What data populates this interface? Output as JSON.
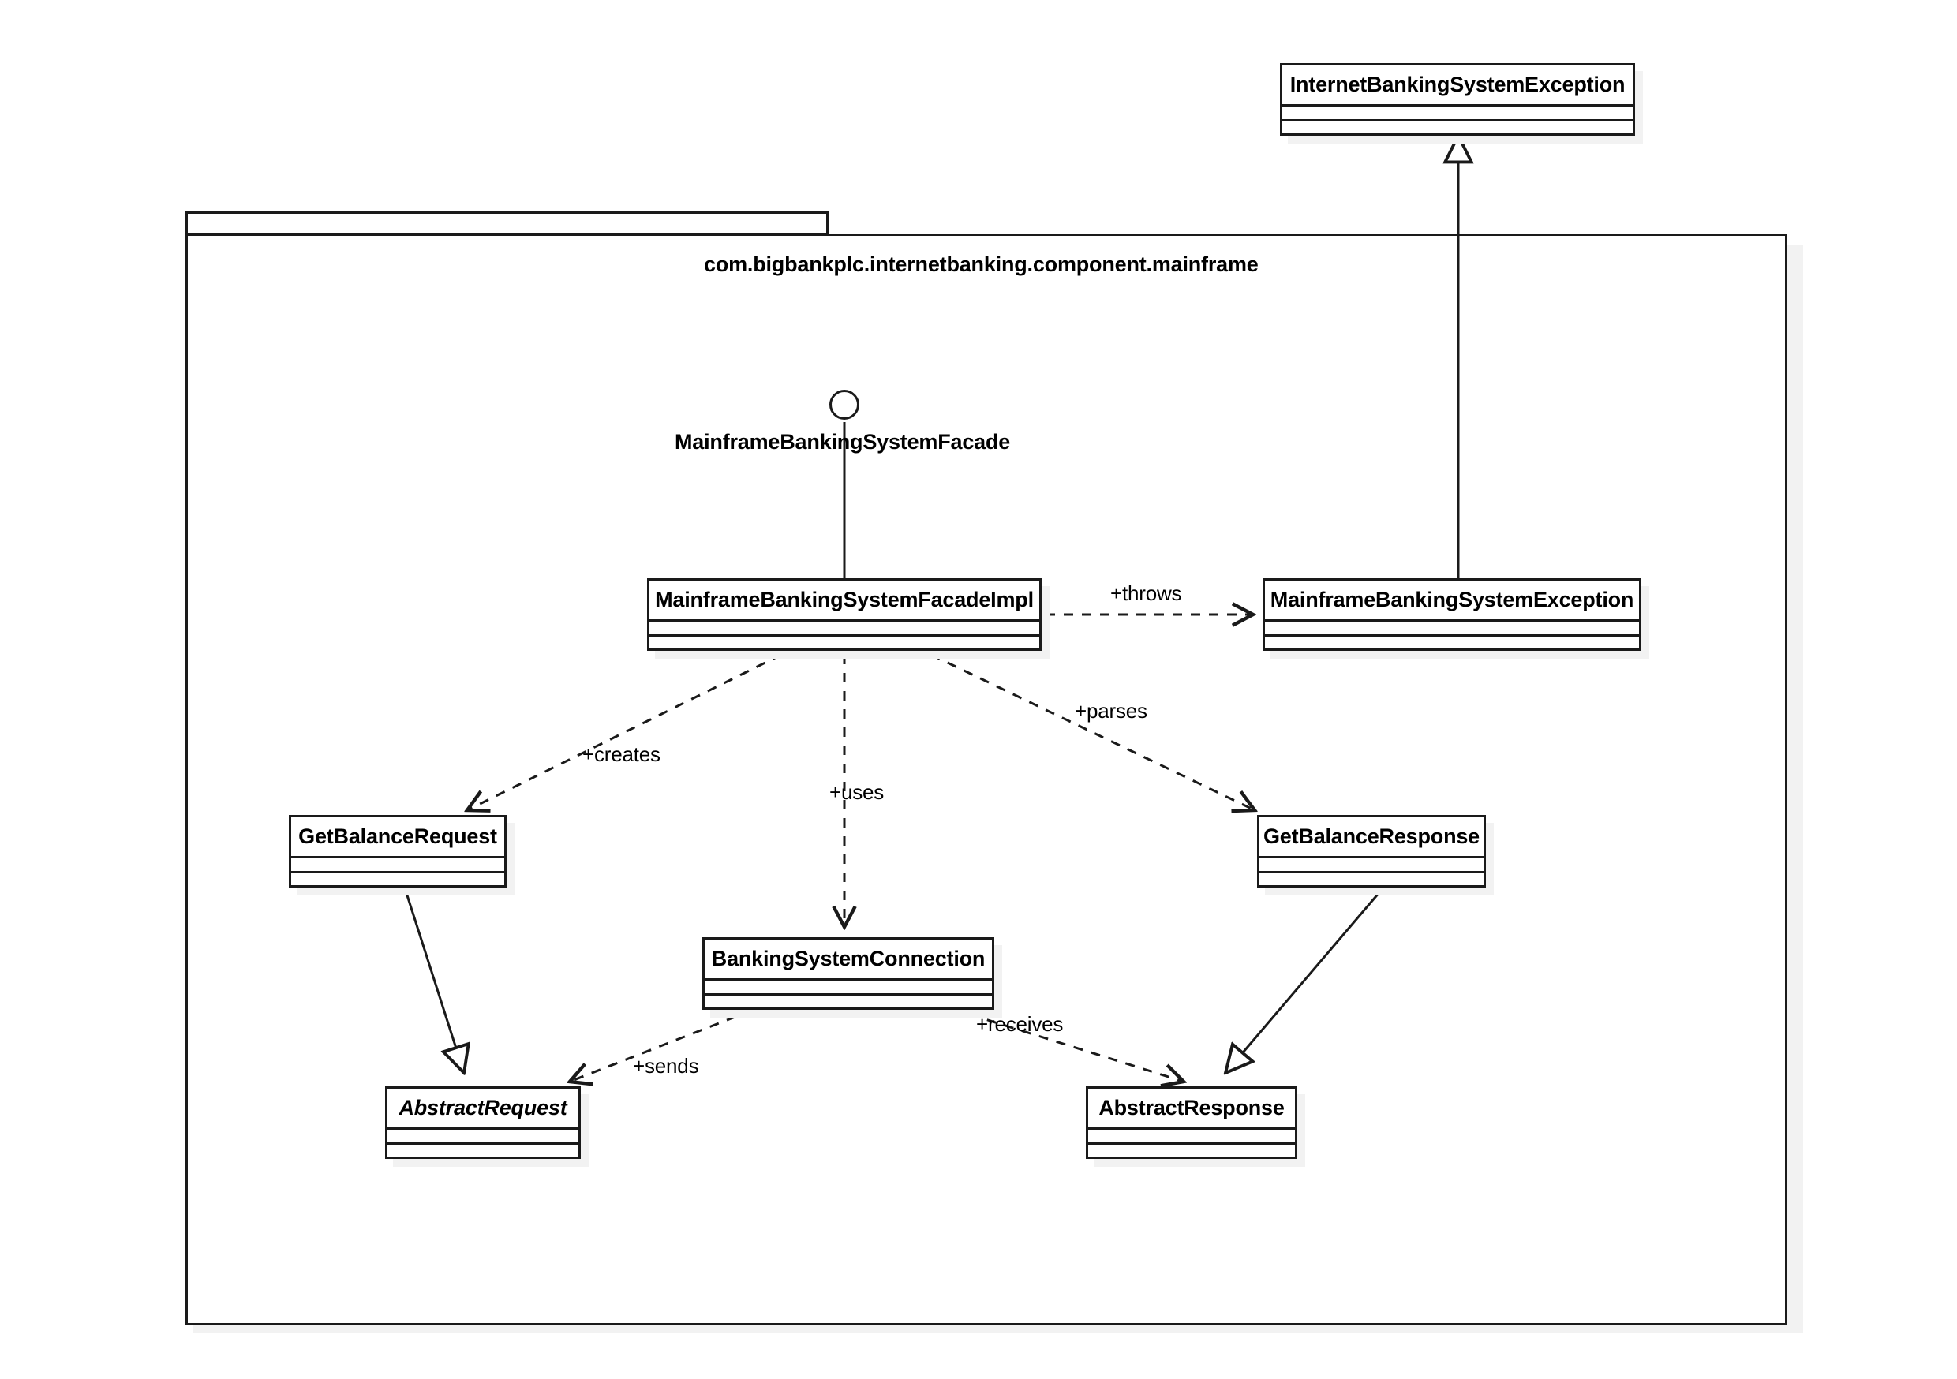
{
  "diagram": {
    "kind": "uml-class-diagram",
    "background": "#ffffff",
    "line_color": "#1a1a1a",
    "shadow_color": "#f2f2f2"
  },
  "package": {
    "title": "com.bigbankplc.internetbanking.component.mainframe"
  },
  "interface": {
    "label": "MainframeBankingSystemFacade",
    "notation": "lollipop"
  },
  "classes": [
    {
      "id": "internet-banking-system-exception",
      "name": "InternetBankingSystemException",
      "abstract": false
    },
    {
      "id": "mainframe-banking-system-facade-impl",
      "name": "MainframeBankingSystemFacadeImpl",
      "abstract": false
    },
    {
      "id": "mainframe-banking-system-exception",
      "name": "MainframeBankingSystemException",
      "abstract": false
    },
    {
      "id": "get-balance-request",
      "name": "GetBalanceRequest",
      "abstract": false
    },
    {
      "id": "get-balance-response",
      "name": "GetBalanceResponse",
      "abstract": false
    },
    {
      "id": "banking-system-connection",
      "name": "BankingSystemConnection",
      "abstract": false
    },
    {
      "id": "abstract-request",
      "name": "AbstractRequest",
      "abstract": true
    },
    {
      "id": "abstract-response",
      "name": "AbstractResponse",
      "abstract": false
    }
  ],
  "relationships": [
    {
      "id": "throws",
      "label": "+throws",
      "type": "dependency",
      "from": "mainframe-banking-system-facade-impl",
      "to": "mainframe-banking-system-exception"
    },
    {
      "id": "creates",
      "label": "+creates",
      "type": "dependency",
      "from": "mainframe-banking-system-facade-impl",
      "to": "get-balance-request"
    },
    {
      "id": "uses",
      "label": "+uses",
      "type": "dependency",
      "from": "mainframe-banking-system-facade-impl",
      "to": "banking-system-connection"
    },
    {
      "id": "parses",
      "label": "+parses",
      "type": "dependency",
      "from": "mainframe-banking-system-facade-impl",
      "to": "get-balance-response"
    },
    {
      "id": "sends",
      "label": "+sends",
      "type": "dependency",
      "from": "banking-system-connection",
      "to": "abstract-request"
    },
    {
      "id": "receives",
      "label": "+receives",
      "type": "dependency",
      "from": "banking-system-connection",
      "to": "abstract-response"
    },
    {
      "id": "exception-generalization",
      "label": "",
      "type": "generalization",
      "from": "mainframe-banking-system-exception",
      "to": "internet-banking-system-exception"
    },
    {
      "id": "request-generalization",
      "label": "",
      "type": "generalization",
      "from": "get-balance-request",
      "to": "abstract-request"
    },
    {
      "id": "response-generalization",
      "label": "",
      "type": "generalization",
      "from": "get-balance-response",
      "to": "abstract-response"
    }
  ]
}
